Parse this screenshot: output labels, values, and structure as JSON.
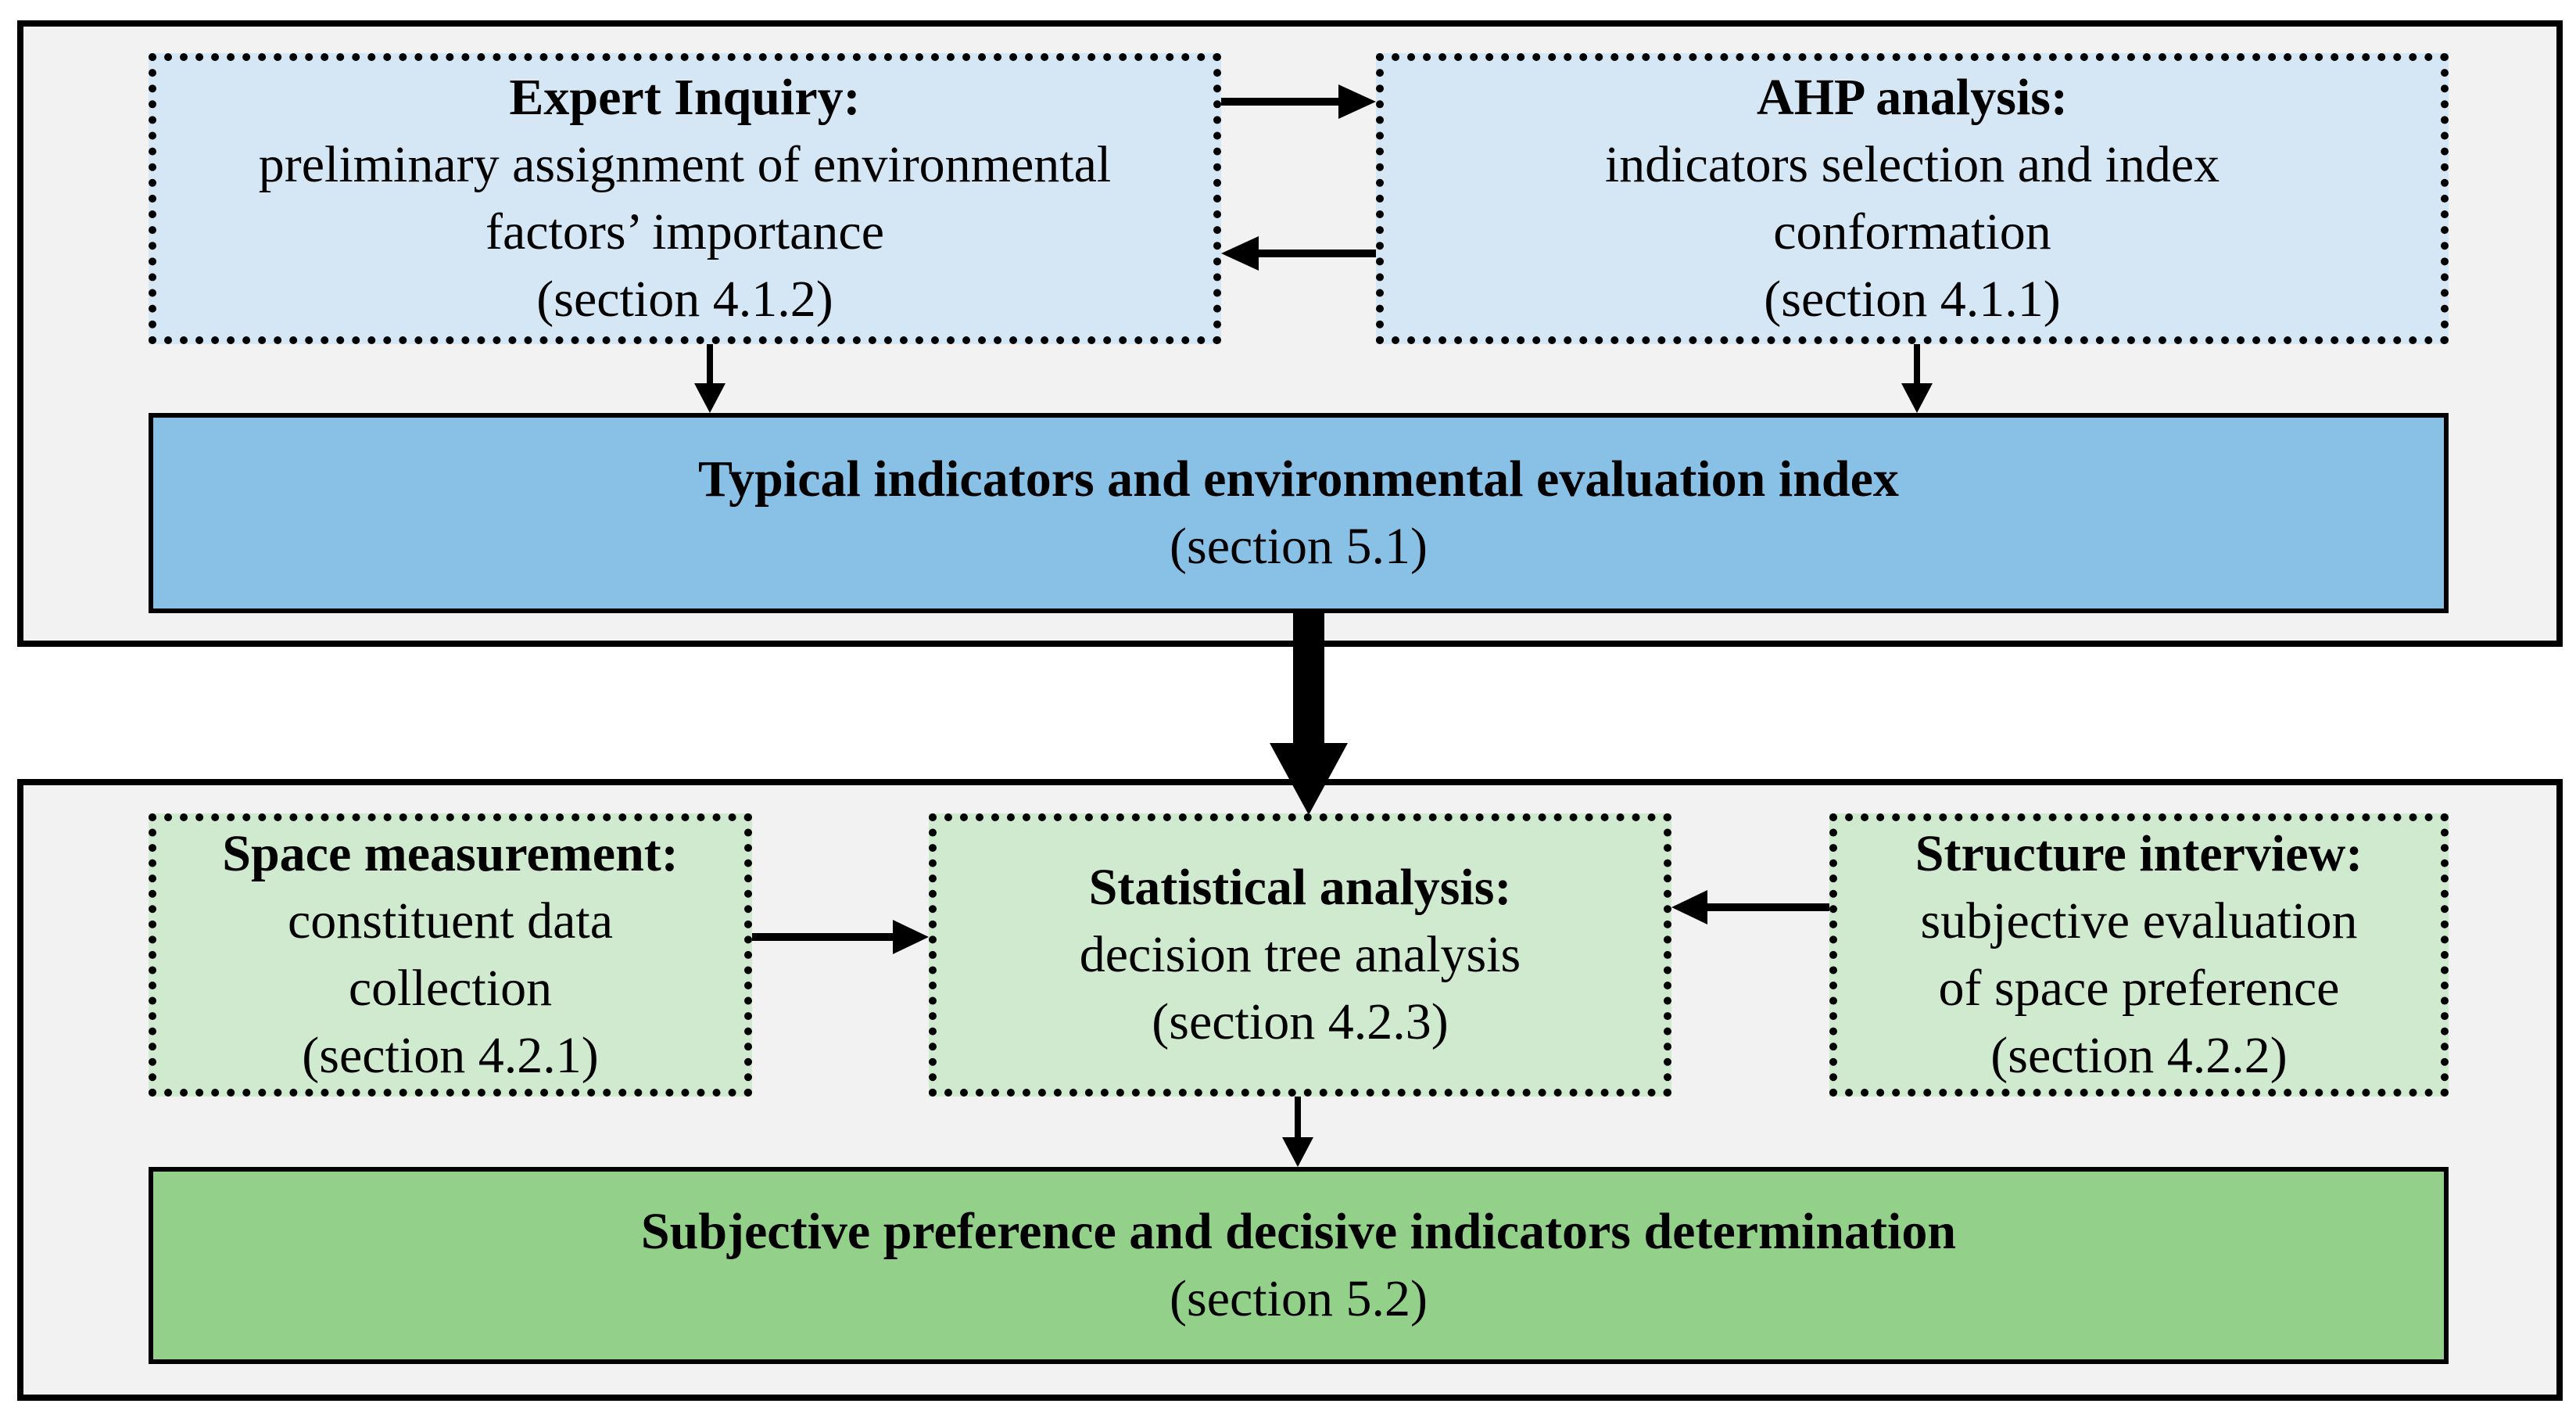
{
  "top_section": {
    "expert": {
      "title": "Expert Inquiry:",
      "line1": "preliminary assignment of environmental",
      "line2": "factors’ importance",
      "section": "(section 4.1.2)"
    },
    "ahp": {
      "title": "AHP analysis:",
      "line1": "indicators selection and index",
      "line2": "conformation",
      "section": "(section 4.1.1)"
    },
    "typical": {
      "title": "Typical indicators and environmental evaluation index",
      "section": "(section 5.1)"
    }
  },
  "bottom_section": {
    "space": {
      "title": "Space measurement:",
      "line1": "constituent data",
      "line2": "collection",
      "section": "(section 4.2.1)"
    },
    "statistical": {
      "title": "Statistical analysis:",
      "line1": "decision tree analysis",
      "section": "(section 4.2.3)"
    },
    "structure": {
      "title": "Structure interview:",
      "line1": "subjective evaluation",
      "line2": "of space preference",
      "section": "(section 4.2.2)"
    },
    "subjective": {
      "title": "Subjective preference and decisive indicators determination",
      "section": "(section 5.2)"
    }
  },
  "colors": {
    "light_blue": "#d5e6f5",
    "strong_blue": "#89c0e6",
    "light_green": "#cfeacf",
    "strong_green": "#93d18a",
    "panel_gray": "#f2f2f2"
  }
}
